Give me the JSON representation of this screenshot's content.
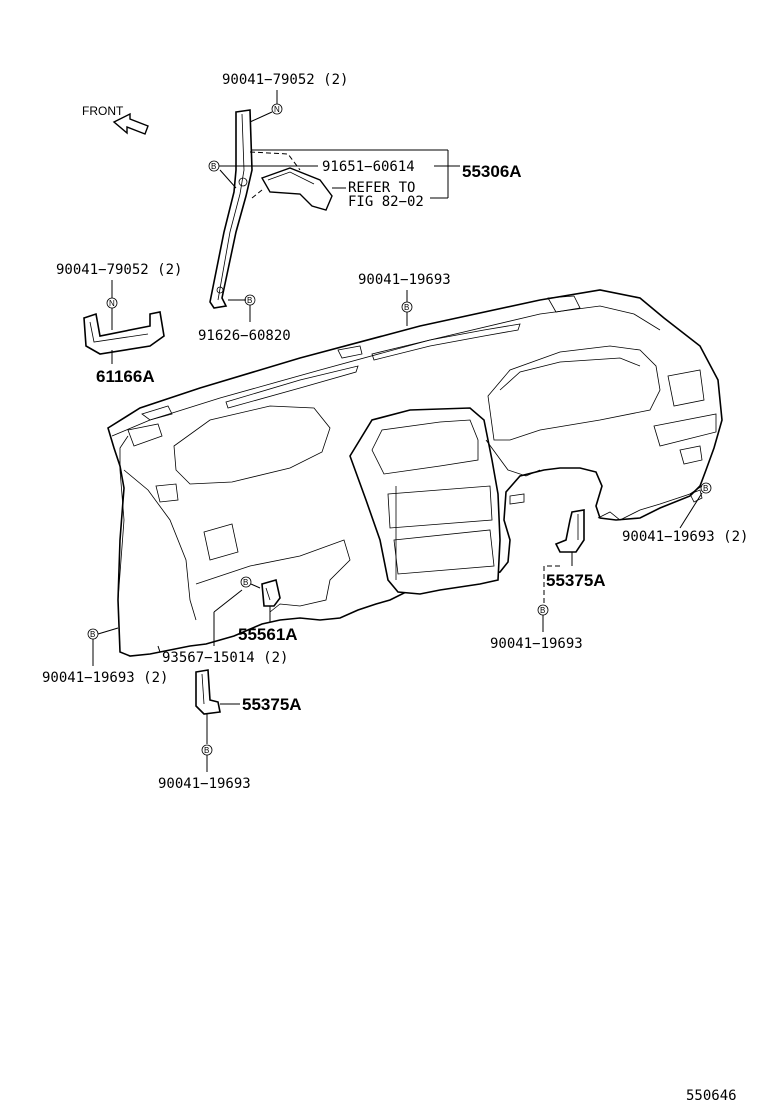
{
  "front_label": "FRONT",
  "labels": {
    "a_pillar_bolt": "90041−79052 (2)",
    "brace_clip": "91651−60614",
    "brace_part": "55306A",
    "refer_line1": "REFER TO",
    "refer_line2": "FIG 82−02",
    "a_pillar_bolt2": "91626−60820",
    "bracket_bolt": "90041−79052 (2)",
    "bracket_part": "61166A",
    "top_screw": "90041−19693",
    "right_screw": "90041−19693 (2)",
    "right_bracket": "55375A",
    "right_bracket_screw": "90041−19693",
    "center_bracket": "55561A",
    "center_screw": "93567−15014 (2)",
    "left_screw": "90041−19693 (2)",
    "left_bracket": "55375A",
    "left_bracket_screw": "90041−19693"
  },
  "markers": {
    "n": "N",
    "b": "B"
  },
  "figure_number": "550646"
}
